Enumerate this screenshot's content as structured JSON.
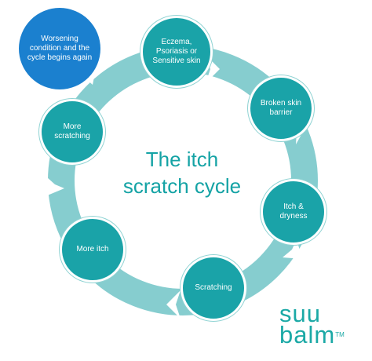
{
  "title": [
    "The itch",
    "scratch cycle"
  ],
  "steps": [
    "Worsening condition and the cycle begins again",
    "Eczema, Psoriasis or Sensitive skin",
    "Broken skin barrier",
    "Itch & dryness",
    "Scratching",
    "More itch",
    "More scratching"
  ],
  "logo": {
    "line1": "suu",
    "line2": "balm",
    "mark": "TM"
  },
  "colors": {
    "ring": "#7fc9cb",
    "node": "#1aa3a8",
    "highlight": "#1b80cf",
    "title": "#15a3a5"
  },
  "icons": [
    "clockwise-arrow-ring"
  ]
}
